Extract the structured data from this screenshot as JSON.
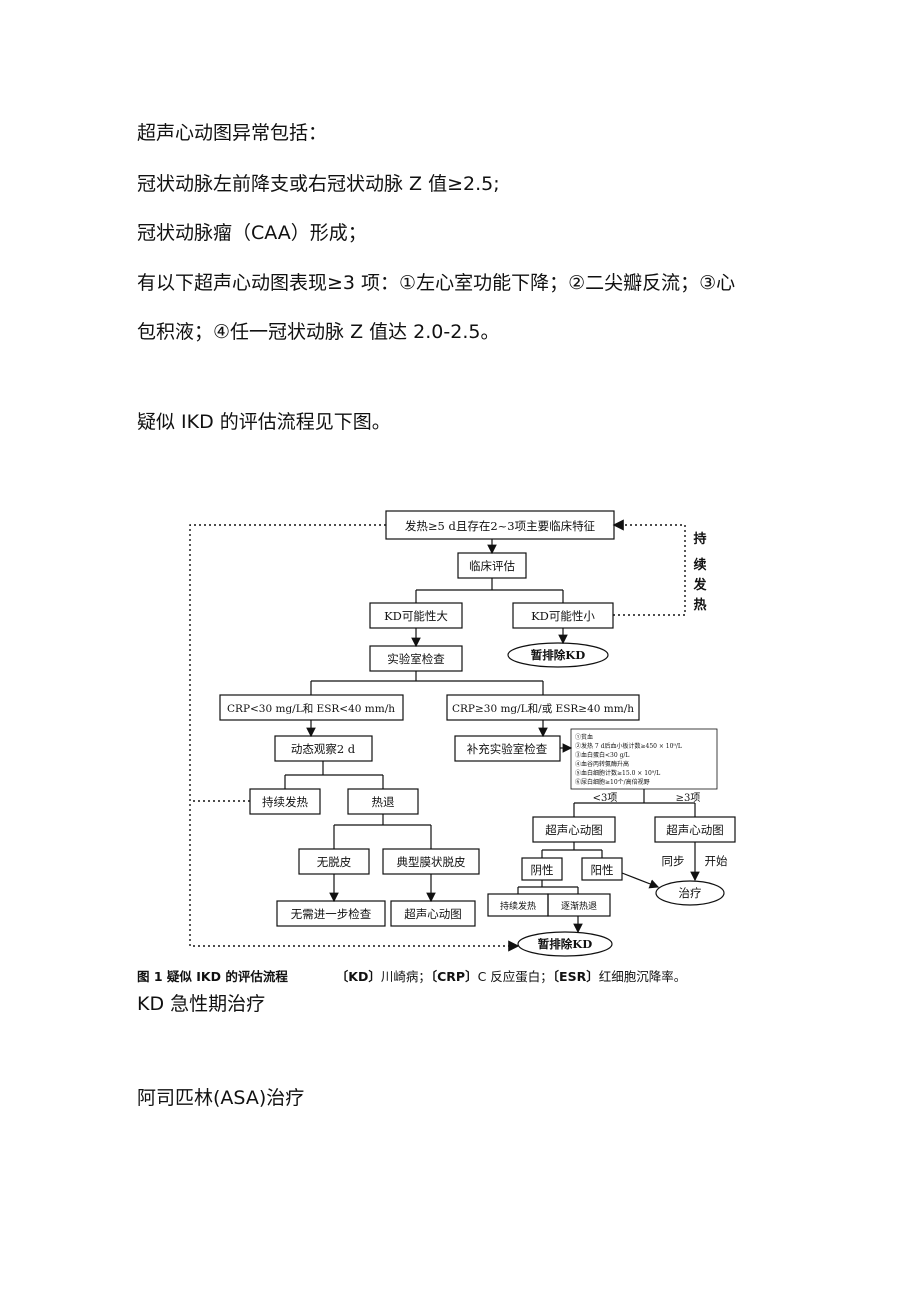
{
  "paragraphs": {
    "p1": "超声心动图异常包括：",
    "p2": "冠状动脉左前降支或右冠状动脉 Z 值≥2.5;",
    "p3": "冠状动脉瘤（CAA）形成；",
    "p4a": "有以下超声心动图表现≥3 项：①左心室功能下降；②二尖瓣反流；③心",
    "p4b": "包积液；④任一冠状动脉 Z 值达 2.0-2.5。",
    "p5": "疑似 IKD 的评估流程见下图。",
    "p6": "KD 急性期治疗",
    "p7": "阿司匹林(ASA)治疗"
  },
  "flowchart": {
    "start": "发热≥5 d且存在2~3项主要临床特征",
    "clinical_eval": "临床评估",
    "kd_likely": "KD可能性大",
    "kd_unlikely": "KD可能性小",
    "rule_out_1": "暂排除KD",
    "lab_test": "实验室检查",
    "persist_fever_side": "持续发热",
    "crp_low": "CRP<30 mg/L和 ESR<40 mm/h",
    "crp_high": "CRP≥30 mg/L和/或 ESR≥40 mm/h",
    "observe": "动态观察2 d",
    "supp_lab": "补充实验室检查",
    "criteria": [
      "①贫血",
      "②发热 7 d后血小板计数≥450 × 10⁹/L",
      "③血白蛋白<30 g/L",
      "④血谷丙转氨酶升高",
      "⑤血白细胞计数≥15.0 × 10⁹/L",
      "⑥尿白细胞≥10个/高倍视野"
    ],
    "lt3": "<3项",
    "ge3": "≥3项",
    "persist_fever": "持续发热",
    "fever_down": "热退",
    "echo_1": "超声心动图",
    "echo_2": "超声心动图",
    "no_peel": "无脱皮",
    "typical_peel": "典型膜状脱皮",
    "negative": "阴性",
    "positive": "阳性",
    "sync": "同步",
    "start_label": "开始",
    "treatment": "治疗",
    "no_further": "无需进一步检查",
    "echo_3": "超声心动图",
    "persist_fever_small": "持续发热",
    "gradual_fever_down": "逐渐热退",
    "rule_out_2": "暂排除KD"
  },
  "caption": {
    "fig": "图 1 疑似 IKD 的评估流程",
    "kd_abbr": "〔KD〕",
    "kd_def": "川崎病；",
    "crp_abbr": "〔CRP〕",
    "crp_def": "C 反应蛋白；",
    "esr_abbr": "〔ESR〕",
    "esr_def": "红细胞沉降率。"
  }
}
